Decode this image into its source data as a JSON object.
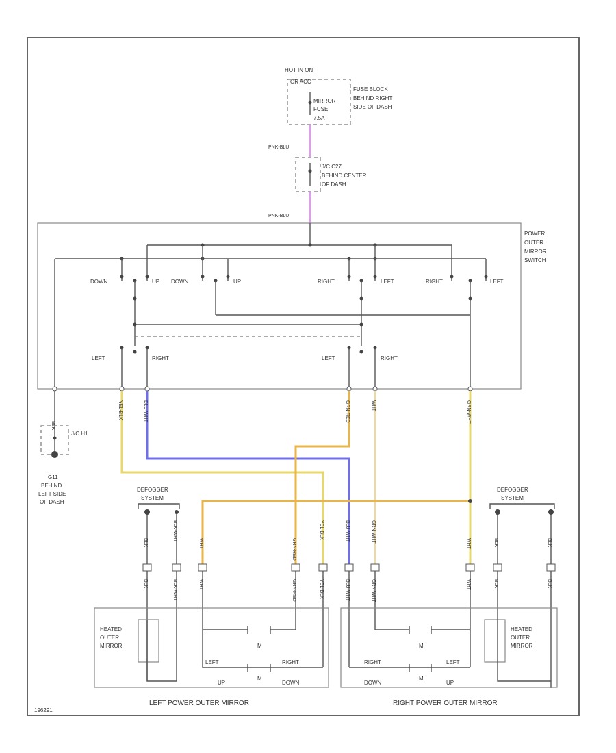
{
  "diagram": {
    "labels": {
      "hot": "HOT IN ON",
      "or_acc": "OR ACC",
      "fuse_block": "FUSE BLOCK",
      "fuse_loc1": "BEHIND RIGHT",
      "fuse_loc2": "SIDE OF DASH",
      "mirror": "MIRROR",
      "fuse": "FUSE",
      "amp": "7.5A",
      "jc_name": "J/C C27",
      "jc_loc1": "BEHIND CENTER",
      "jc_loc2": "OF DASH",
      "wire_top1": "PNK-BLU",
      "wire_top2": "PNK-BLU",
      "switch1": "POWER",
      "switch2": "OUTER",
      "switch3": "MIRROR",
      "switch4": "SWITCH",
      "down1": "DOWN",
      "up1": "UP",
      "down2": "DOWN",
      "up2": "UP",
      "right1": "RIGHT",
      "left1": "LEFT",
      "right2": "RIGHT",
      "left2": "LEFT",
      "sel_left1": "LEFT",
      "sel_right1": "RIGHT",
      "sel_left2": "LEFT",
      "sel_right2": "RIGHT",
      "jc_h1": "J/C H1",
      "gnd1": "G11",
      "gnd2": "BEHIND",
      "gnd3": "LEFT SIDE",
      "gnd4": "OF DASH",
      "defog_l1": "DEFOGGER",
      "defog_l2": "SYSTEM",
      "defog_r1": "DEFOGGER",
      "defog_r2": "SYSTEM",
      "heat_l1": "HEATED",
      "heat_l2": "OUTER",
      "heat_l3": "MIRROR",
      "heat_r1": "HEATED",
      "heat_r2": "OUTER",
      "heat_r3": "MIRROR",
      "m_left_l": "LEFT",
      "m_right_l": "RIGHT",
      "m_up_l": "UP",
      "m_down_l": "DOWN",
      "m_right_r": "RIGHT",
      "m_left_r": "LEFT",
      "m_down_r": "DOWN",
      "m_up_r": "UP",
      "m1": "M",
      "m2": "M",
      "m3": "M",
      "m4": "M",
      "title_left": "LEFT POWER OUTER MIRROR",
      "title_right": "RIGHT POWER OUTER MIRROR",
      "fig_code": "196291"
    },
    "wire_labels": {
      "blk": "BLK",
      "ylw1": "YEL-BLK",
      "blu1": "BLU-WHT",
      "grn1": "GRN-RED",
      "grn2": "GRN-WHT",
      "wht1": "WHT",
      "m_blk1": "BLK",
      "m_blk2": "BLK-WHT",
      "m_wht1": "WHT",
      "m_grn1": "GRN-RED",
      "m_ylw1": "YEL-BLK",
      "m_blu1": "BLU-WHT",
      "m_grn2": "GRN-WHT",
      "m_wht2": "WHT",
      "m_blk3": "BLK",
      "m_blk4": "BLK",
      "c_blk1": "BLK",
      "c_blk2": "BLK-WHT",
      "c_wht1": "WHT",
      "c_grn1": "GRN-RED",
      "c_ylw1": "YEL-BLK",
      "c_blu1": "BLU-WHT",
      "c_grn2": "GRN-WHT",
      "c_wht2": "WHT",
      "c_blk3": "BLK",
      "c_blk4": "BLK"
    },
    "colors": {
      "pink": "#d9a0e8",
      "yellow": "#e8d86a",
      "blue": "#6f6fe8",
      "orange": "#e8b54a",
      "tan": "#ead9a8"
    }
  }
}
